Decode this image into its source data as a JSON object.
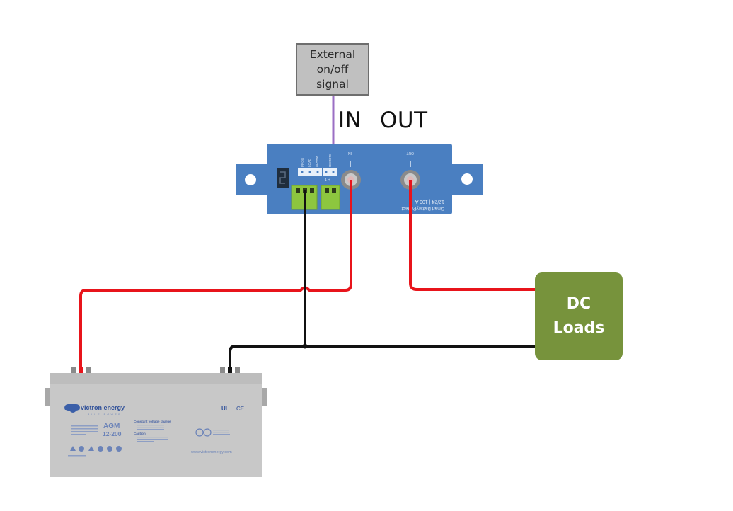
{
  "diagram": {
    "title": "Smart BatteryProtect wiring diagram",
    "external_signal": {
      "label": "External\non/off\nsignal"
    },
    "terminal_labels": {
      "in": "IN",
      "out": "OUT"
    },
    "device": {
      "name": "Smart BatteryProtect",
      "rating": "12/24 | 100 A",
      "in_stud_label": "IN",
      "out_stud_label": "OUT",
      "connector_labels": [
        "PROG",
        "LOAD",
        "ALARM",
        "REMOTE"
      ],
      "remote_pins": "1  H",
      "color": "#4a7fc1"
    },
    "dc_loads": {
      "label": "DC\nLoads",
      "color": "#77933c"
    },
    "battery": {
      "brand": "victron energy",
      "tagline": "BLUE POWER",
      "type": "AGM",
      "model": "12-200",
      "section1_title": "Constant voltage charge",
      "section2_title": "Caution",
      "website": "www.victronenergy.com",
      "certifications": [
        "UL",
        "CE"
      ],
      "color": "#c8c8c8"
    },
    "wires": [
      {
        "name": "positive-battery-to-in",
        "color": "#e8141b"
      },
      {
        "name": "positive-out-to-loads",
        "color": "#e8141b"
      },
      {
        "name": "negative-battery-to-loads",
        "color": "#111111"
      },
      {
        "name": "ground-to-device",
        "color": "#111111"
      },
      {
        "name": "remote-signal",
        "color": "#9b6fc4"
      }
    ]
  }
}
